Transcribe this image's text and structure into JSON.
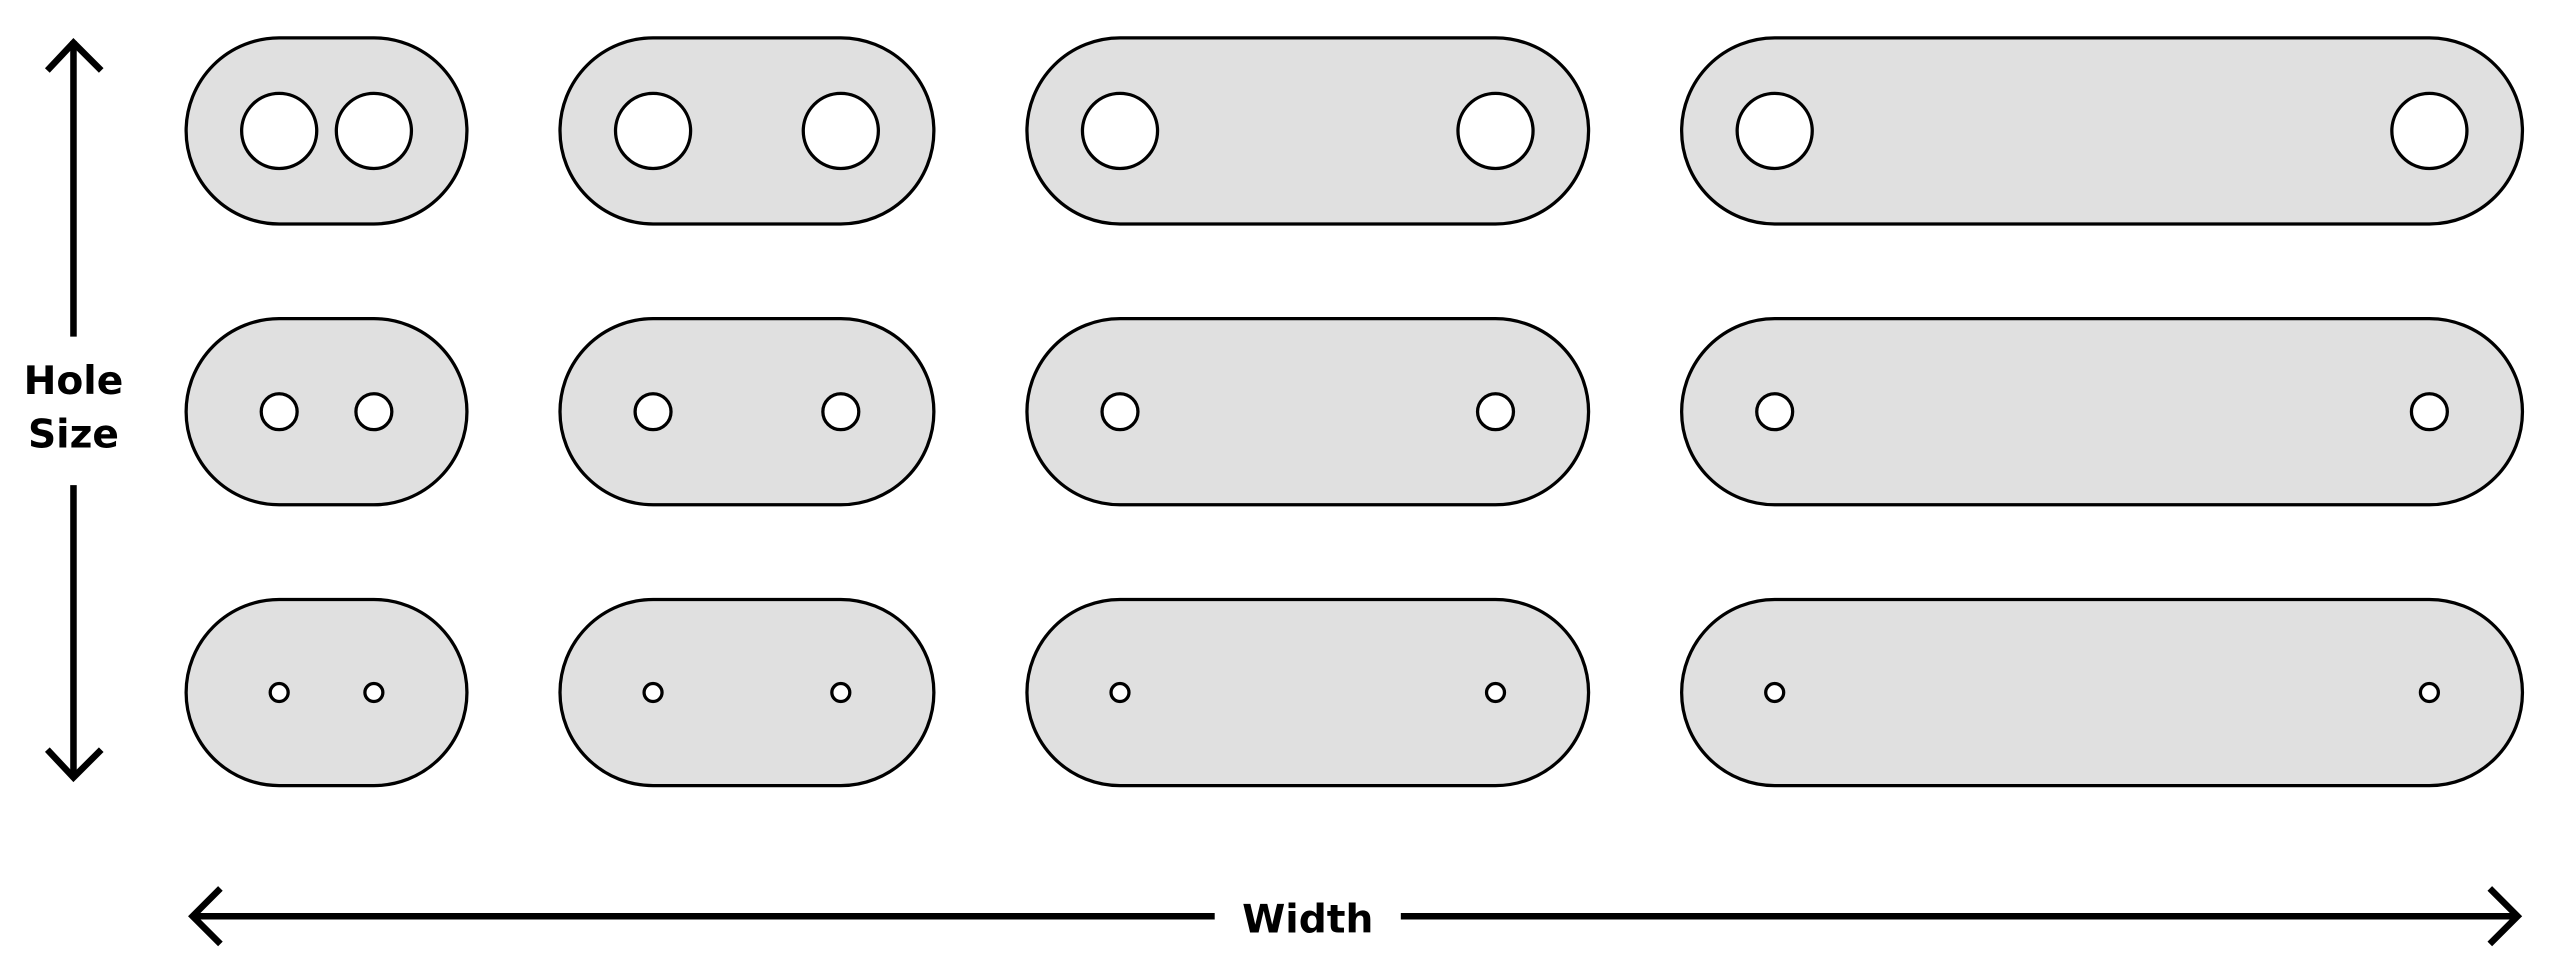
{
  "axes": {
    "vertical_label_line1": "Hole",
    "vertical_label_line2": "Size",
    "horizontal_label": "Width"
  },
  "colors": {
    "plate_fill": "#e0e0e0",
    "stroke": "#000000",
    "hole_fill": "#ffffff"
  }
}
